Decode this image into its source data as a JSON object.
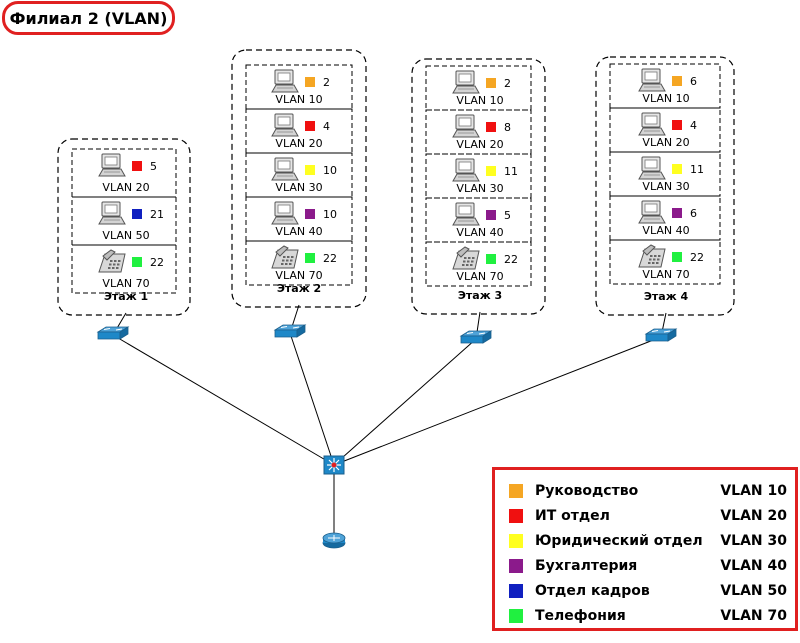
{
  "title": "Филиал 2 (VLAN)",
  "colors": {
    "vlan10": "#f5a623",
    "vlan20": "#f01010",
    "vlan30": "#ffff20",
    "vlan40": "#8b1a8b",
    "vlan50": "#1020c0",
    "vlan70": "#20f040",
    "frame": "#e02020"
  },
  "floors": [
    {
      "label": "Этаж 1",
      "rows": [
        {
          "device": "pc-icon",
          "vlan": "VLAN 20",
          "count": "5",
          "color": "vlan20"
        },
        {
          "device": "pc-icon",
          "vlan": "VLAN 50",
          "count": "21",
          "color": "vlan50"
        },
        {
          "device": "phone-icon",
          "vlan": "VLAN 70",
          "count": "22",
          "color": "vlan70"
        }
      ]
    },
    {
      "label": "Этаж 2",
      "rows": [
        {
          "device": "pc-icon",
          "vlan": "VLAN 10",
          "count": "2",
          "color": "vlan10"
        },
        {
          "device": "pc-icon",
          "vlan": "VLAN 20",
          "count": "4",
          "color": "vlan20"
        },
        {
          "device": "pc-icon",
          "vlan": "VLAN 30",
          "count": "10",
          "color": "vlan30"
        },
        {
          "device": "pc-icon",
          "vlan": "VLAN 40",
          "count": "10",
          "color": "vlan40"
        },
        {
          "device": "phone-icon",
          "vlan": "VLAN 70",
          "count": "22",
          "color": "vlan70"
        }
      ]
    },
    {
      "label": "Этаж 3",
      "rows": [
        {
          "device": "pc-icon",
          "vlan": "VLAN 10",
          "count": "2",
          "color": "vlan10"
        },
        {
          "device": "pc-icon",
          "vlan": "VLAN 20",
          "count": "8",
          "color": "vlan20"
        },
        {
          "device": "pc-icon",
          "vlan": "VLAN 30",
          "count": "11",
          "color": "vlan30"
        },
        {
          "device": "pc-icon",
          "vlan": "VLAN 40",
          "count": "5",
          "color": "vlan40"
        },
        {
          "device": "phone-icon",
          "vlan": "VLAN 70",
          "count": "22",
          "color": "vlan70"
        }
      ]
    },
    {
      "label": "Этаж 4",
      "rows": [
        {
          "device": "pc-icon",
          "vlan": "VLAN 10",
          "count": "6",
          "color": "vlan10"
        },
        {
          "device": "pc-icon",
          "vlan": "VLAN 20",
          "count": "4",
          "color": "vlan20"
        },
        {
          "device": "pc-icon",
          "vlan": "VLAN 30",
          "count": "11",
          "color": "vlan30"
        },
        {
          "device": "pc-icon",
          "vlan": "VLAN 40",
          "count": "6",
          "color": "vlan40"
        },
        {
          "device": "phone-icon",
          "vlan": "VLAN 70",
          "count": "22",
          "color": "vlan70"
        }
      ]
    }
  ],
  "legend": [
    {
      "name": "Руководство",
      "vlan": "VLAN 10",
      "color": "vlan10"
    },
    {
      "name": "ИТ отдел",
      "vlan": "VLAN 20",
      "color": "vlan20"
    },
    {
      "name": "Юридический отдел",
      "vlan": "VLAN 30",
      "color": "vlan30"
    },
    {
      "name": "Бухгалтерия",
      "vlan": "VLAN 40",
      "color": "vlan40"
    },
    {
      "name": "Отдел кадров",
      "vlan": "VLAN 50",
      "color": "vlan50"
    },
    {
      "name": "Телефония",
      "vlan": "VLAN 70",
      "color": "vlan70"
    }
  ],
  "icons": {
    "access_switch": "switch-icon",
    "core_switch": "multilayer-switch-icon",
    "router": "router-icon"
  }
}
